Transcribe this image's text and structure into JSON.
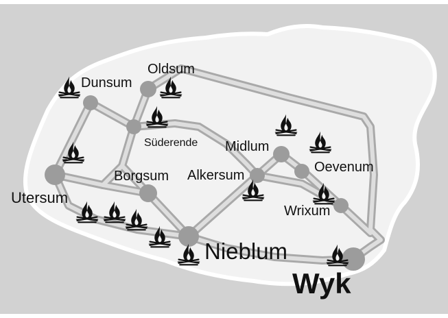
{
  "map": {
    "colors": {
      "background": "#d2d2d2",
      "island": "#f2f2f2",
      "island_outline": "#ffffff",
      "road_outer": "#a9a9a9",
      "road_inner": "#dedede",
      "node": "#9c9c9c",
      "text": "#111111",
      "fire": "#111111"
    },
    "places": {
      "oldsum": "Oldsum",
      "dunsum": "Dunsum",
      "suederende": "Süderende",
      "midlum": "Midlum",
      "oevenum": "Oevenum",
      "alkersum": "Alkersum",
      "borgsum": "Borgsum",
      "utersum": "Utersum",
      "wrixum": "Wrixum",
      "nieblum": "Nieblum",
      "wyk": "Wyk"
    },
    "icon": "bonfire-icon"
  }
}
